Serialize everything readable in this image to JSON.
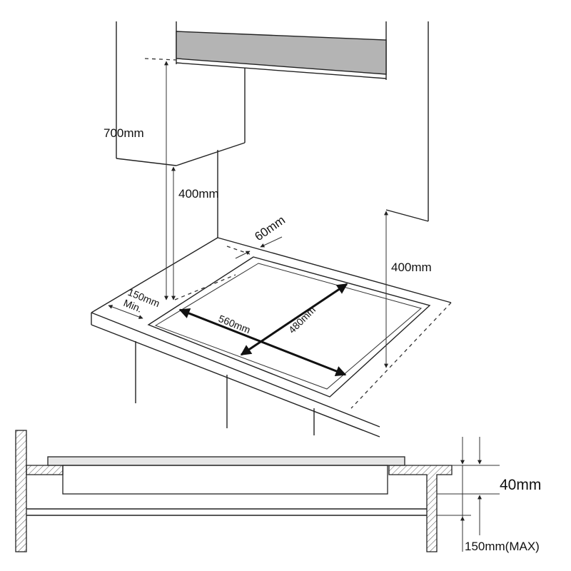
{
  "diagram": {
    "labels": {
      "hood_to_hob_height": "700mm",
      "cabinet_clearance_left": "400mm",
      "back_clearance": "60mm",
      "side_clearance_value": "150mm",
      "side_clearance_note": "Min.",
      "cutout_width": "560mm",
      "cutout_depth": "480mm",
      "wall_clearance_right": "400mm",
      "hob_depth": "40mm",
      "shelf_distance": "150mm(MAX)"
    },
    "colors": {
      "hood_fill": "#b4b4b4",
      "glass_fill": "#e6e6e6",
      "line": "#222222"
    }
  }
}
